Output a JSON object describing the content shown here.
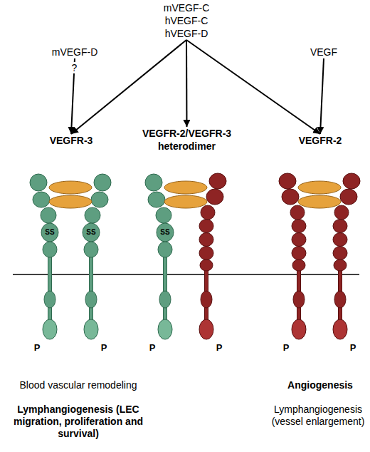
{
  "diagram": {
    "nodes": [
      {
        "text": [
          "mVEGF-C",
          "hVEGF-C",
          "hVEGF-D"
        ]
      },
      {
        "text": [
          "mVEGF-D"
        ]
      },
      {
        "text": [
          "VEGF"
        ]
      },
      {
        "text": [
          "VEGFR-3"
        ]
      },
      {
        "text": [
          "VEGFR-2/VEGFR-3 heterodimer"
        ]
      },
      {
        "text": [
          "VEGFR-2"
        ]
      }
    ],
    "edges": [
      {
        "from": 1,
        "to": 3,
        "label": "?",
        "arrow": "to"
      },
      {
        "from": 0,
        "to": 3,
        "arrow": "to"
      },
      {
        "from": 0,
        "to": 4,
        "arrow": "to"
      },
      {
        "from": 0,
        "to": 5,
        "arrow": "to"
      },
      {
        "from": 2,
        "to": 5,
        "arrow": "to"
      }
    ],
    "labels": [
      "SS",
      "SS",
      "SS",
      "P",
      "P",
      "P",
      "P",
      "P",
      "P",
      "Blood vascular remodeling",
      "Lymphangiogenesis (LEC migration, proliferation and survival)",
      "Angiogenesis",
      "Lymphangiogenesis (vessel enlargement)"
    ]
  }
}
